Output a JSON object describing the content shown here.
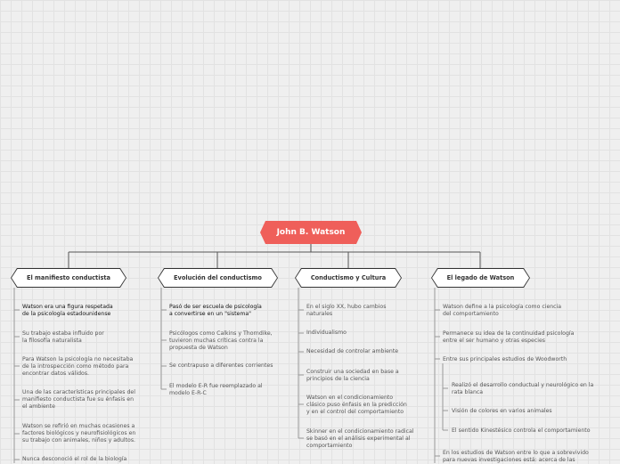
{
  "root": {
    "title": "John B. Watson"
  },
  "branches": [
    {
      "title": "El manifiesto conductista",
      "items": [
        "Watson era una figura respetada\nde la psicología estadounidense",
        "Su trabajo estaba influido por\nla filosofía naturalista",
        "Para Watson la psicología no necesitaba\nde la introspección como método para\nencontrar datos válidos.",
        "Una de las características principales del\nmanifiesto conductista fue su énfasis en\nel ambiente",
        "Watson se refirió en muchas ocasiones a\nfactores biológicos y neurofisiológicos en\nsu trabajo con animales, niños y adultos.",
        "Nunca desconoció el rol de la biología"
      ]
    },
    {
      "title": "Evolución del conductismo",
      "items": [
        "Pasó de ser escuela de psicología\na convertirse en un \"sistema\"",
        "Psicólogos como Calkins y Thorndike,\ntuvieron muchas críticas contra la\npropuesta de Watson",
        "Se contrapuso a diferentes corrientes",
        "El modelo E-R fue reemplazado al\nmodelo E-R-C"
      ]
    },
    {
      "title": "Conductismo y Cultura",
      "items": [
        "En el siglo XX, hubo cambios\nnaturales",
        "Individualismo",
        "Necesidad de controlar ambiente",
        "Construir una sociedad en base a\nprincipios de la ciencia",
        "Watson en el condicionamiento\nclásico puso énfasis en la predicción\ny en el control del comportamiento",
        "Skinner en el condicionamiento radical\nse basó en el análisis experimental al\ncomportamiento"
      ]
    },
    {
      "title": "El legado de Watson",
      "items": [
        "Watson define a la psicología como ciencia\ndel comportamiento",
        "Permanece su idea de la continuidad psicología\nentre el ser humano y otras especies",
        "Entre sus principales estudios de Woodworth",
        "En los estudios de Watson entre lo que a sobrevivido\npara nuevas investigaciones está: acerca de las"
      ],
      "subitems": [
        "Realizó el desarrollo conductual y neurológico en la\nrata blanca",
        "Visión de colores en varios animales",
        "El sentido Kinestésico controla el comportamiento"
      ]
    }
  ]
}
